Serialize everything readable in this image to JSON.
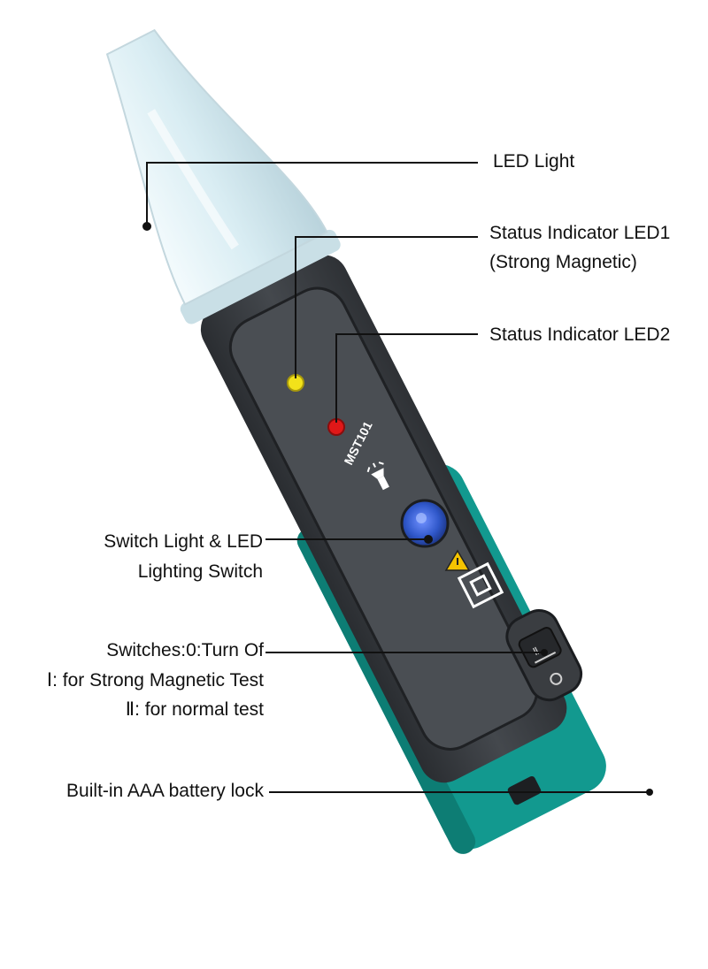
{
  "device": {
    "model_text": "MST101",
    "colors": {
      "body": "#3b3f44",
      "panel": "#45494e",
      "accent": "#12998f",
      "tip": "#d6ecf2",
      "led1": "#f2e21a",
      "led2": "#e01818",
      "button": "#2f57c9",
      "warning": "#f4c300"
    }
  },
  "callouts": {
    "led_light": "LED Light",
    "status_led1_line1": "Status Indicator LED1",
    "status_led1_line2": "(Strong Magnetic)",
    "status_led2": "Status Indicator LED2",
    "switch_light_line1": "Switch Light & LED",
    "switch_light_line2": "Lighting Switch",
    "switches_line1": "Switches:0:Turn Of",
    "switches_line2": "Ⅰ: for Strong Magnetic Test",
    "switches_line3": "Ⅱ: for normal test",
    "battery_lock": "Built-in AAA battery lock"
  }
}
